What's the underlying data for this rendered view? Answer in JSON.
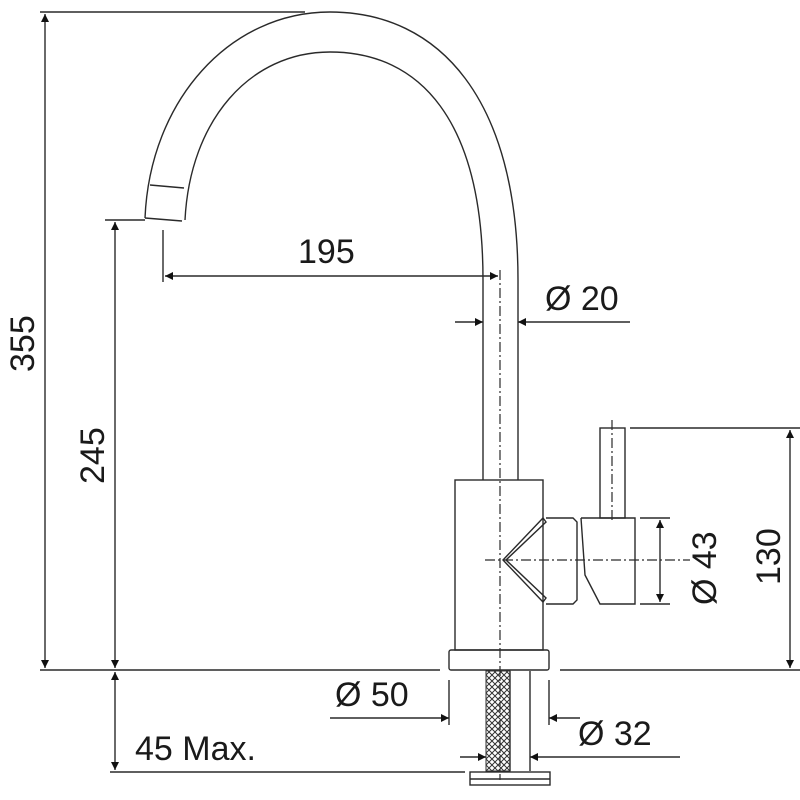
{
  "drawing": {
    "dimensions": {
      "total_height": "355",
      "spout_height": "245",
      "spout_reach": "195",
      "spout_diameter": "Ø 20",
      "handle_height": "130",
      "handle_diameter": "Ø 43",
      "base_diameter": "Ø 50",
      "stem_diameter": "Ø 32",
      "max_counter_thickness": "45 Max."
    },
    "line_color": "#2a2a2a"
  }
}
